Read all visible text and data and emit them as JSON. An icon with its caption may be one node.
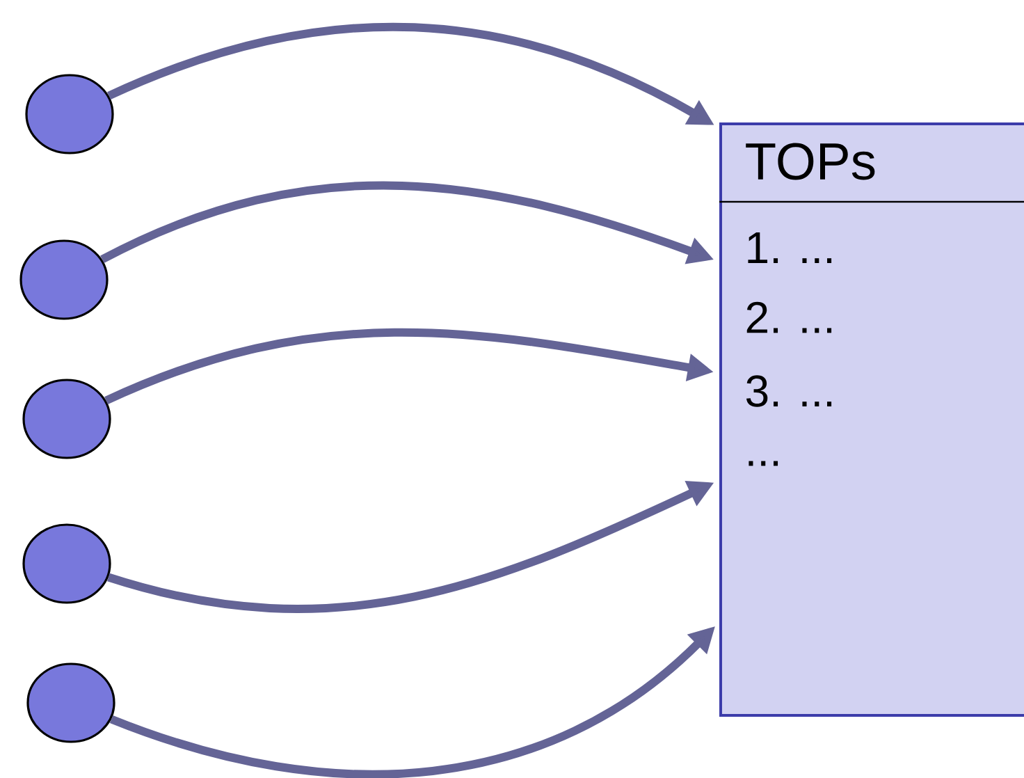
{
  "diagram": {
    "nodes": [
      {
        "text": [],
        "shape": "circle"
      },
      {
        "text": [],
        "shape": "circle"
      },
      {
        "text": [],
        "shape": "circle"
      },
      {
        "text": [],
        "shape": "circle"
      },
      {
        "text": [],
        "shape": "circle"
      },
      {
        "text": [
          "TOPs",
          "1. ...",
          "2. ...",
          "3. ...",
          "..."
        ]
      }
    ],
    "edges": [
      {
        "from": 0,
        "to": 5,
        "arrow": "to"
      },
      {
        "from": 1,
        "to": 5,
        "arrow": "to"
      },
      {
        "from": 2,
        "to": 5,
        "arrow": "to"
      },
      {
        "from": 3,
        "to": 5,
        "arrow": "to"
      },
      {
        "from": 4,
        "to": 5,
        "arrow": "to"
      }
    ]
  }
}
